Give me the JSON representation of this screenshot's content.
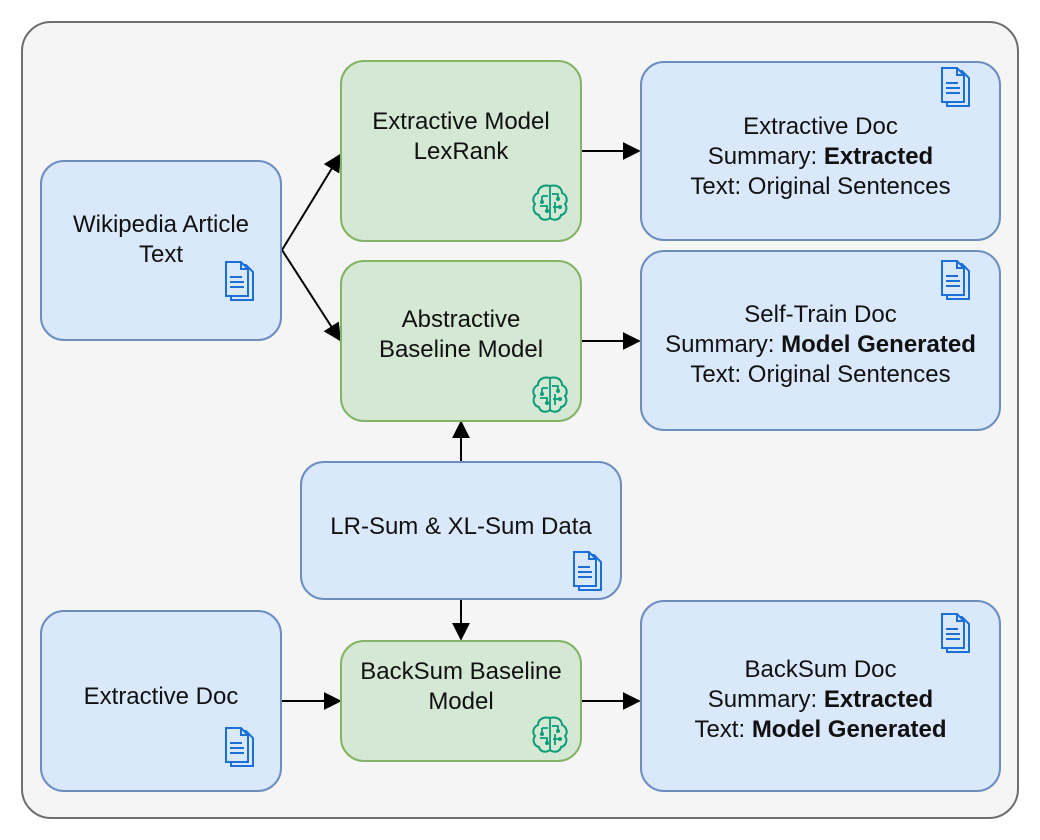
{
  "nodes": {
    "wiki": {
      "line1": "Wikipedia Article",
      "line2": "Text"
    },
    "extractive_model": {
      "line1": "Extractive Model",
      "line2": "LexRank"
    },
    "abstractive_model": {
      "line1": "Abstractive",
      "line2": "Baseline Model"
    },
    "lrsum_data": {
      "line1": "LR-Sum & XL-Sum Data"
    },
    "extractive_doc_input": {
      "line1": "Extractive Doc"
    },
    "backsum_model": {
      "line1": "BackSum Baseline",
      "line2": "Model"
    },
    "extractive_doc_output": {
      "title": "Extractive Doc",
      "summary_label": "Summary: ",
      "summary_value": "Extracted",
      "text_label": "Text: ",
      "text_value": "Original Sentences"
    },
    "selftrain_doc": {
      "title": "Self-Train Doc",
      "summary_label": "Summary: ",
      "summary_value": "Model Generated",
      "text_label": "Text: ",
      "text_value": "Original Sentences"
    },
    "backsum_doc": {
      "title": "BackSum Doc",
      "summary_label": "Summary: ",
      "summary_value": "Extracted",
      "text_label": "Text: ",
      "text_value": "Model Generated"
    }
  },
  "colors": {
    "blue_fill": "#dae8fc",
    "blue_stroke": "#6c8ebf",
    "green_fill": "#d5e8d4",
    "green_stroke": "#82b366",
    "doc_icon": "#1a6fd8",
    "brain_icon": "#0a9c7a"
  }
}
